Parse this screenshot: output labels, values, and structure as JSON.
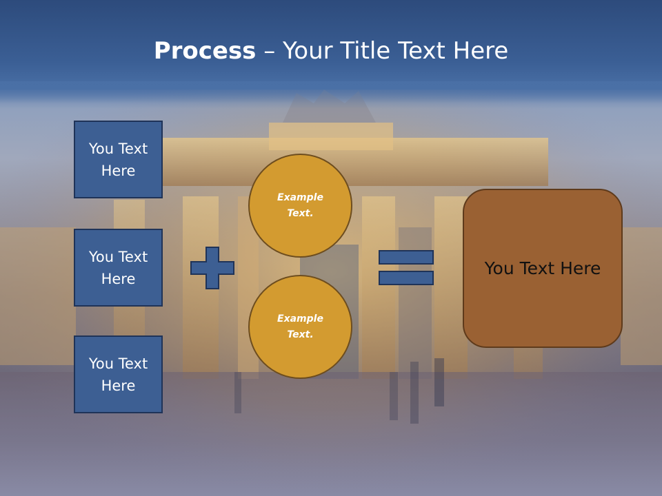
{
  "title": {
    "bold": "Process",
    "rest": " – Your Title Text Here"
  },
  "left_boxes": [
    {
      "text": "You Text Here"
    },
    {
      "text": "You Text Here"
    },
    {
      "text": "You Text Here"
    }
  ],
  "circles": [
    {
      "text": "Example Text."
    },
    {
      "text": "Example Text."
    }
  ],
  "result": {
    "text": "You Text Here"
  },
  "icons": {
    "plus": "plus-icon",
    "equals": "equals-icon"
  },
  "colors": {
    "title_band": "#3b5f95",
    "box_fill": "#3d5f93",
    "circle_fill": "#d39b30",
    "result_fill": "#9a6133"
  }
}
